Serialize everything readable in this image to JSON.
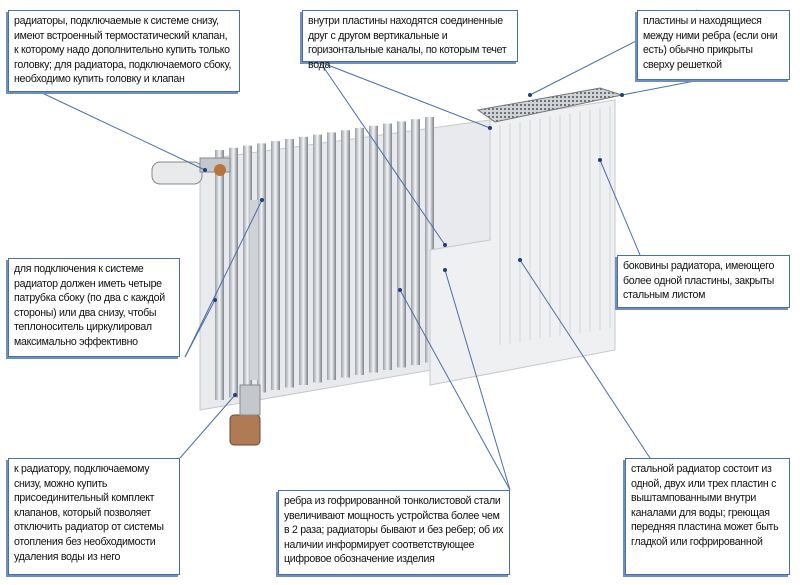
{
  "notes": {
    "thermostatic_valve": "радиаторы, подключаемые к системе снизу, имеют встроенный термостатический клапан, к которому надо дополнительно купить только головку; для радиатора, подключаемого сбоку, необходимо купить головку и клапан",
    "channels": "внутри пластины находятся соединенные друг с другом вертикальные и горизонтальные каналы, по которым течет вода",
    "grille": "пластины и находящиеся между ними ребра (если они есть) обычно прикрыты сверху решеткой",
    "connections": "для подключения к системе радиатор должен иметь четыре патрубка сбоку (по два с каждой стороны) или два снизу, чтобы теплоноситель циркулировал максимально эффективно",
    "side_panels": "боковины радиатора, имеющего более одной пластины, закрыты стальным листом",
    "connection_kit": "к радиатору, подключаемому снизу, можно купить присоединительный комплект клапанов, который позволяет отключить радиатор от системы отопления без необходимости удаления воды из него",
    "fins": "ребра из гофрированной тонколистовой стали увеличивают мощность устройства более чем в 2 раза; радиаторы бывают и без ребер; об их наличии информирует соответствующее цифровое обозначение изделия",
    "steel_radiator": "стальной радиатор состоит из одной, двух или трех пластин с выштампованными внутри каналами для воды; греющая передняя пластина может быть гладкой или гофрированной"
  },
  "colors": {
    "leader": "#4a6fa5",
    "metal": "#e4e6ea",
    "valve": "#b8743a"
  }
}
